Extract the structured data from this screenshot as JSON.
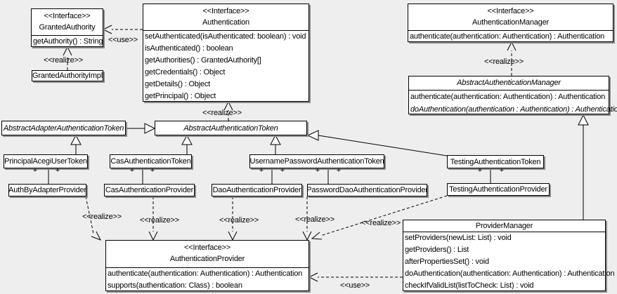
{
  "stereotypes": {
    "interface": "<<Interface>>",
    "realize": "<<realize>>",
    "use": "<<use>>",
    "plus": "+"
  },
  "colors": {
    "background": "#eeeeee",
    "box_fill": "#ffffff",
    "box_border": "#000000",
    "box_shadow": "#8a8a8a"
  },
  "classes": {
    "granted_authority": {
      "stereotype": "<<Interface>>",
      "name": "GrantedAuthority",
      "methods": [
        "getAuthority() : String"
      ]
    },
    "granted_authority_impl": {
      "name": "GrantedAuthorityImpl"
    },
    "authentication": {
      "stereotype": "<<Interface>>",
      "name": "Authentication",
      "methods": [
        "setAuthenticated(isAuthenticated: boolean) : void",
        "isAuthenticated() : boolean",
        "getAuthorities() : GrantedAuthority[]",
        "getCredentials() : Object",
        "getDetails() : Object",
        "getPrincipal() : Object"
      ]
    },
    "authentication_manager": {
      "stereotype": "<<Interface>>",
      "name": "AuthenticationManager",
      "methods": [
        "authenticate(authentication: Authentication) : Authentication"
      ]
    },
    "abstract_authentication_manager": {
      "name": "AbstractAuthenticationManager",
      "methods": [
        "authenticate(authentication: Authentication) : Authentication",
        "doAuthentication(authentication : Authentication) : Authentication"
      ]
    },
    "abstract_adapter_authentication_token": {
      "name": "AbstractAdapterAuthenticationToken"
    },
    "abstract_authentication_token": {
      "name": "AbstractAuthenticationToken"
    },
    "principal_acegi_user_token": {
      "name": "PrincipalAcegiUserToken"
    },
    "cas_authentication_token": {
      "name": "CasAuthenticationToken"
    },
    "username_password_authentication_token": {
      "name": "UsernamePasswordAuthenticationToken"
    },
    "testing_authentication_token": {
      "name": "TestingAuthenticationToken"
    },
    "auth_by_adapter_provider": {
      "name": "AuthByAdapterProvider"
    },
    "cas_authentication_provider": {
      "name": "CasAuthenticationProvider"
    },
    "dao_authentication_provider": {
      "name": "DaoAuthenticationProvider"
    },
    "password_dao_authentication_provider": {
      "name": "PasswordDaoAuthenticationProvider"
    },
    "testing_authentication_provider": {
      "name": "TestingAuthenticationProvider"
    },
    "authentication_provider": {
      "stereotype": "<<Interface>>",
      "name": "AuthenticationProvider",
      "methods": [
        "authenticate(authentication: Authentication) : Authentication",
        "supports(authentication: Class) : boolean"
      ]
    },
    "provider_manager": {
      "name": "ProviderManager",
      "methods": [
        "setProviders(newList: List) : void",
        "getProviders() : List",
        "afterPropertiesSet() : void",
        "doAuthentication(authentication: Authentication) : Authentication",
        "checkIfValidList(listToCheck: List) : void"
      ]
    }
  }
}
